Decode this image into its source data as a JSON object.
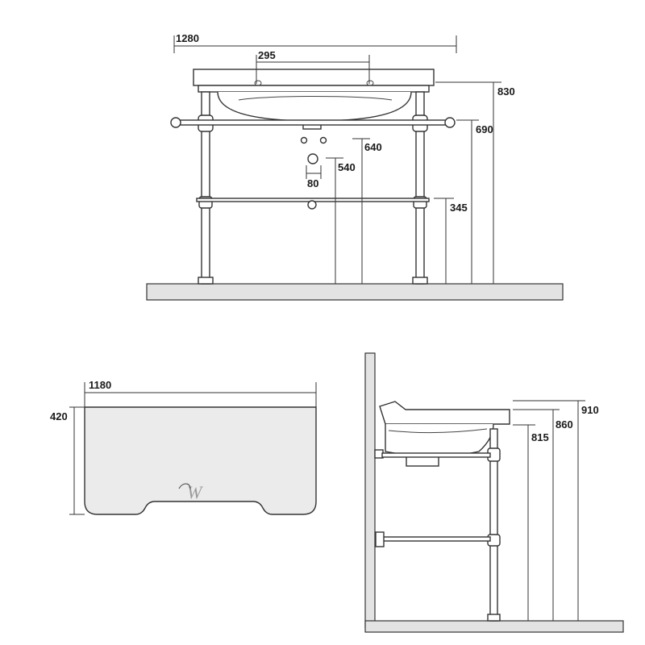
{
  "front_view": {
    "dim_width": "1280",
    "dim_tap_spacing": "295",
    "dim_total_height": "830",
    "dim_rail_height": "690",
    "dim_inlet_height": "640",
    "dim_outlet_height": "540",
    "dim_outlet_width": "80",
    "dim_shelf_height": "345"
  },
  "top_view": {
    "dim_width": "1180",
    "dim_depth": "420",
    "logo": "W"
  },
  "side_view": {
    "dim_top_height": "910",
    "dim_rim_height": "860",
    "dim_bowl_height": "815"
  },
  "colors": {
    "line": "#333333",
    "floor": "#e3e3e3",
    "wall": "#e3e3e3",
    "top_gray": "#ebebeb"
  }
}
